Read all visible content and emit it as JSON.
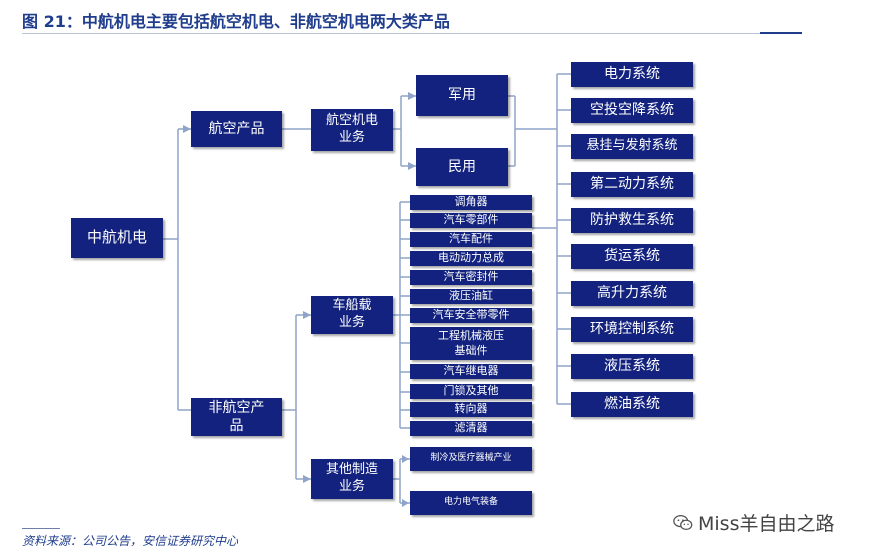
{
  "title": "图 21：中航机电主要包括航空机电、非航空机电两大类产品",
  "root": "中航机电",
  "level1": {
    "aviation": "航空产品",
    "non_aviation": "非航空产\n品"
  },
  "level2": {
    "aviation_electromech": "航空机电\n业务",
    "vehicle_ship": "车船载\n业务",
    "other_mfg": "其他制造\n业务"
  },
  "level3": {
    "military": "军用",
    "civil": "民用"
  },
  "systems": [
    "电力系统",
    "空投空降系统",
    "悬挂与发射系统",
    "第二动力系统",
    "防护救生系统",
    "货运系统",
    "高升力系统",
    "环境控制系统",
    "液压系统",
    "燃油系统"
  ],
  "vehicle_items": [
    "调角器",
    "汽车零部件",
    "汽车配件",
    "电动动力总成",
    "汽车密封件",
    "液压油缸",
    "汽车安全带零件",
    "工程机械液压\n基础件",
    "汽车继电器",
    "门锁及其他",
    "转向器",
    "滤清器"
  ],
  "other_items": [
    "制冷及医疗器械产业",
    "电力电气装备"
  ],
  "source": "资料来源：公司公告，安信证券研究中心",
  "watermark": "Miss羊自由之路",
  "colors": {
    "box": "#12227e",
    "line": "#8fa4c8",
    "title": "#1f3d8c"
  }
}
